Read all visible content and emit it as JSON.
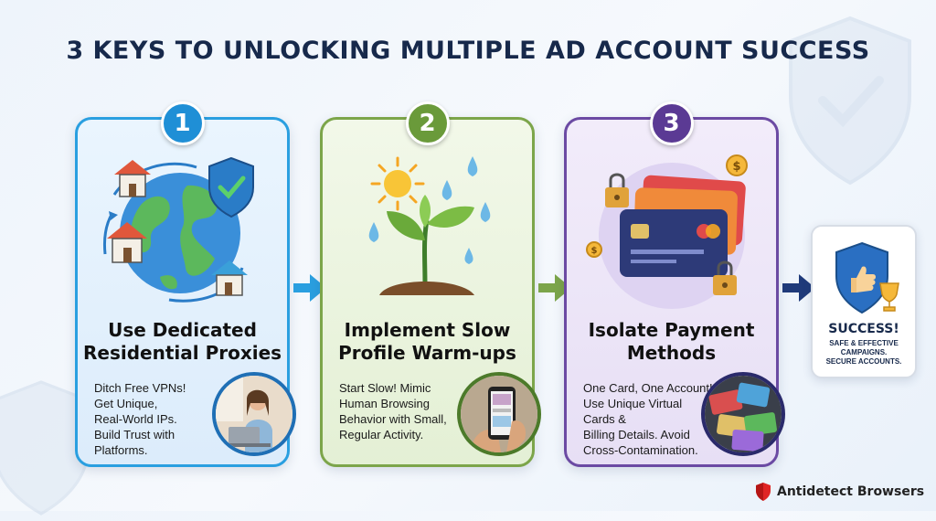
{
  "title": "3 KEYS TO UNLOCKING MULTIPLE AD ACCOUNT SUCCESS",
  "steps": [
    {
      "number": "1",
      "title_lines": [
        "Use Dedicated",
        "Residential Proxies"
      ],
      "desc_lines": [
        "Ditch Free VPNs!",
        "Get Unique,",
        "Real-World IPs.",
        "Build Trust with",
        "Platforms."
      ],
      "illustration": "globe-houses-shield-icon",
      "photo": "woman-laptop-photo",
      "color": "#2a9fe0"
    },
    {
      "number": "2",
      "title_lines": [
        "Implement Slow",
        "Profile Warm-ups"
      ],
      "desc_lines": [
        "Start Slow! Mimic",
        "Human Browsing",
        "Behavior with Small,",
        "Regular Activity."
      ],
      "illustration": "sprout-sun-rain-icon",
      "photo": "phone-in-hand-photo",
      "color": "#7ca54a"
    },
    {
      "number": "3",
      "title_lines": [
        "Isolate Payment",
        "Methods"
      ],
      "desc_lines": [
        "One Card, One Account!",
        "Use Unique Virtual",
        "Cards &",
        "Billing Details. Avoid",
        "Cross-Contamination."
      ],
      "illustration": "credit-cards-locks-icon",
      "photo": "card-stack-photo",
      "color": "#6b4aa3"
    }
  ],
  "success": {
    "title": "SUCCESS!",
    "sub_lines": [
      "SAFE & EFFECTIVE",
      "CAMPAIGNS.",
      "SECURE ACCOUNTS."
    ],
    "icon": "shield-thumbs-up-trophy-icon"
  },
  "brand": {
    "name": "Antidetect Browsers",
    "icon": "red-shield-icon",
    "color": "#e02424"
  }
}
